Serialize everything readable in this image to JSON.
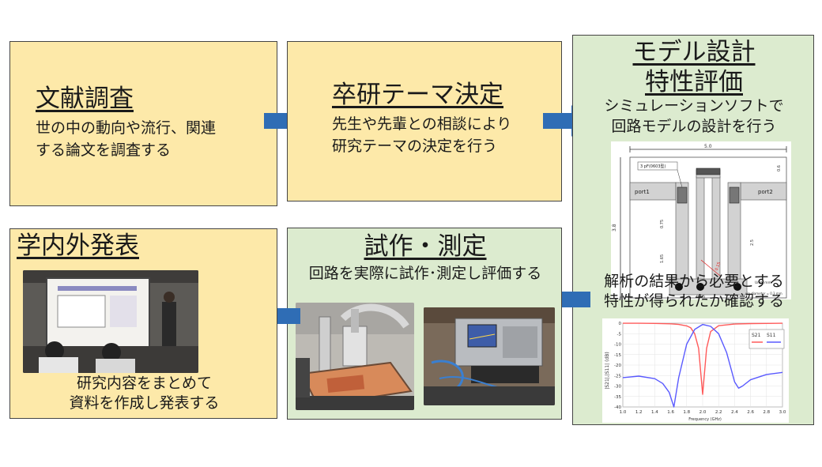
{
  "steps": {
    "survey": {
      "title": "文献調査",
      "desc_line1": "世の中の動向や流行、関連",
      "desc_line2": "する論文を調査する"
    },
    "theme": {
      "title": "卒研テーマ決定",
      "desc_line1": "先生や先輩との相談により",
      "desc_line2": "研究テーマの決定を行う"
    },
    "design": {
      "title_line1": "モデル設計",
      "title_line2": "特性評価",
      "desc_line1": "シミュレーションソフトで",
      "desc_line2": "回路モデルの設計を行う",
      "desc2_line1": "解析の結果から必要とする",
      "desc2_line2": "特性が得られたか確認する"
    },
    "prototype": {
      "title": "試作・測定",
      "desc": "回路を実際に試作･測定し評価する"
    },
    "presentation": {
      "title": "学内外発表",
      "desc_line1": "研究内容をまとめて",
      "desc_line2": "資料を作成し発表する"
    }
  },
  "circuit_diagram": {
    "width_label": "5.0",
    "height_label": "3.8",
    "capacitor_label": "3 pF(0603型)",
    "port1": "port1",
    "port2": "port2",
    "dim_075": "0.75",
    "dim_165": "1.65",
    "dim_25": "2.5",
    "dim_005": "0.05",
    "dim_015": "0.15",
    "dim_06": "0.6",
    "unit_label": "Unit: mm",
    "via_label": "via diameter = 0.3 mm"
  },
  "sparam_chart": {
    "ylabel": "|S21|,|S11| (dB)",
    "xlabel": "Frequency (GHz)",
    "legend_s11": "S11",
    "legend_s21": "S21"
  },
  "chart_data": {
    "type": "line",
    "xlabel": "Frequency (GHz)",
    "ylabel": "|S21|,|S11| (dB)",
    "xlim": [
      1.0,
      3.0
    ],
    "ylim": [
      -40,
      0
    ],
    "x_ticks": [
      "1.0",
      "1.2",
      "1.4",
      "1.6",
      "1.8",
      "2.0",
      "2.2",
      "2.4",
      "2.6",
      "2.8",
      "3.0"
    ],
    "y_ticks": [
      "0",
      "-5",
      "-10",
      "-15",
      "-20",
      "-25",
      "-30",
      "-35",
      "-40"
    ],
    "legend_position": "top-right",
    "series": [
      {
        "name": "S21",
        "color": "#ff5a5a",
        "x": [
          1.0,
          1.2,
          1.4,
          1.6,
          1.7,
          1.8,
          1.85,
          1.9,
          1.95,
          2.0,
          2.05,
          2.1,
          2.2,
          2.4,
          2.6,
          2.8,
          3.0
        ],
        "y": [
          -0.05,
          -0.05,
          -0.1,
          -0.3,
          -0.6,
          -1.3,
          -2.2,
          -5.0,
          -12.0,
          -34.0,
          -12.0,
          -4.0,
          -1.2,
          -0.4,
          -0.2,
          -0.1,
          -0.05
        ]
      },
      {
        "name": "S11",
        "color": "#5a5aff",
        "x": [
          1.0,
          1.2,
          1.4,
          1.5,
          1.58,
          1.64,
          1.7,
          1.8,
          1.9,
          2.0,
          2.1,
          2.2,
          2.3,
          2.4,
          2.45,
          2.5,
          2.6,
          2.8,
          3.0
        ],
        "y": [
          -26.0,
          -25.3,
          -26.5,
          -28.8,
          -33.0,
          -40.0,
          -26.0,
          -10.0,
          -3.0,
          -0.6,
          -1.5,
          -5.0,
          -14.0,
          -28.0,
          -31.0,
          -30.0,
          -27.0,
          -24.5,
          -23.5
        ]
      }
    ]
  },
  "colors": {
    "yellow_box": "#fde9a9",
    "green_box": "#dcebcf",
    "arrow": "#2f6db5"
  },
  "icons": [
    "arrow-right-icon",
    "arrow-left-icon"
  ]
}
